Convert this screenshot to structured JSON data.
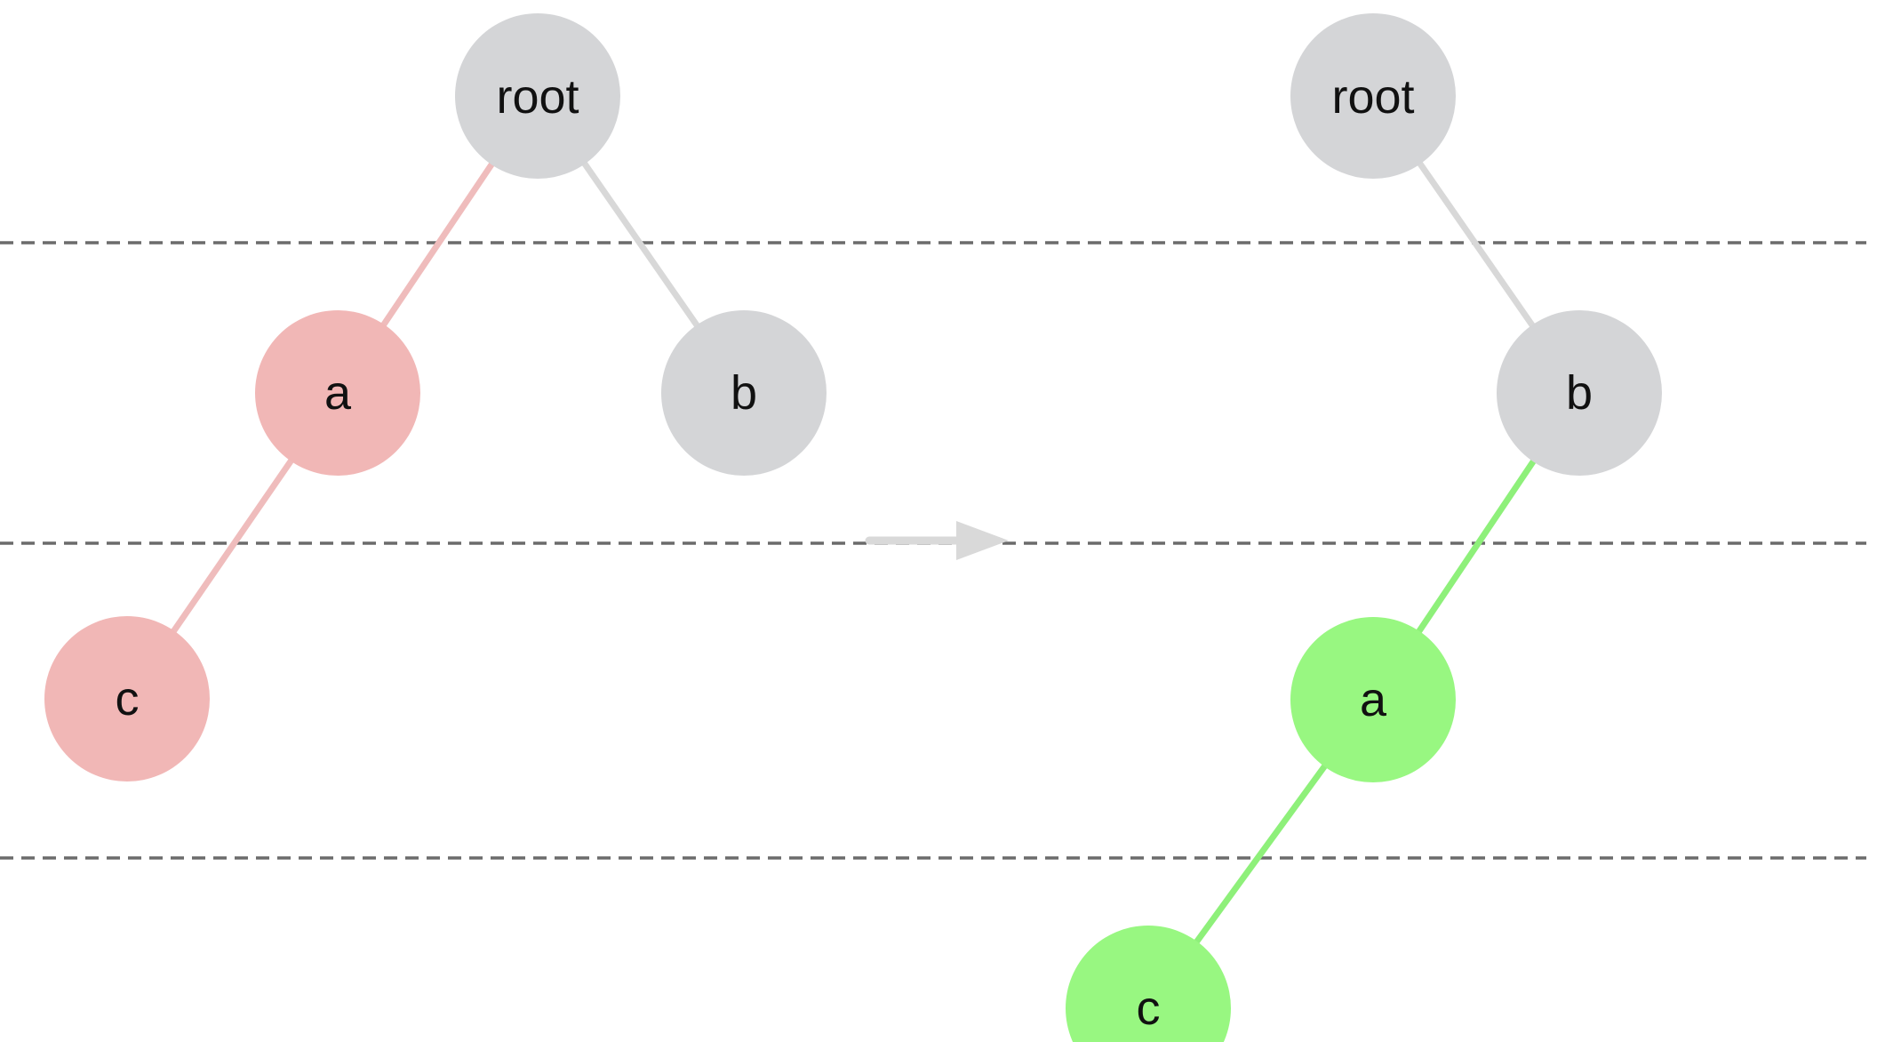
{
  "colors": {
    "background": "#ffffff",
    "neutral_node": "#d4d5d7",
    "neutral_edge": "#d8d8d8",
    "before_highlight_node": "#f1b7b6",
    "before_highlight_edge": "#efbcbc",
    "after_highlight_node": "#98f781",
    "after_highlight_edge": "#8ef07a",
    "divider": "#6b6b6b",
    "arrow": "#d9d9d9",
    "label": "#111111"
  },
  "transition_icon": "right-arrow-icon",
  "trees": [
    {
      "id": "before",
      "nodes": [
        {
          "id": "root",
          "label": "root",
          "state": "neutral"
        },
        {
          "id": "a",
          "label": "a",
          "state": "highlight"
        },
        {
          "id": "b",
          "label": "b",
          "state": "neutral"
        },
        {
          "id": "c",
          "label": "c",
          "state": "highlight"
        }
      ],
      "edges": [
        {
          "from": "root",
          "to": "a",
          "state": "highlight"
        },
        {
          "from": "root",
          "to": "b",
          "state": "neutral"
        },
        {
          "from": "a",
          "to": "c",
          "state": "highlight"
        }
      ]
    },
    {
      "id": "after",
      "nodes": [
        {
          "id": "root",
          "label": "root",
          "state": "neutral"
        },
        {
          "id": "b",
          "label": "b",
          "state": "neutral"
        },
        {
          "id": "a",
          "label": "a",
          "state": "highlight"
        },
        {
          "id": "c",
          "label": "c",
          "state": "highlight"
        }
      ],
      "edges": [
        {
          "from": "root",
          "to": "b",
          "state": "neutral"
        },
        {
          "from": "b",
          "to": "a",
          "state": "highlight"
        },
        {
          "from": "a",
          "to": "c",
          "state": "highlight"
        }
      ]
    }
  ]
}
